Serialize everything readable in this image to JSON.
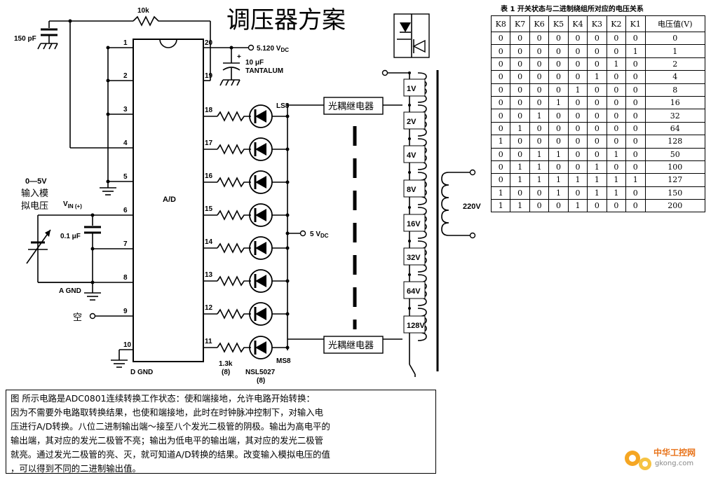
{
  "title": "调压器方案",
  "chip": {
    "label": "A/D",
    "left_pins": [
      "1",
      "2",
      "3",
      "4",
      "5",
      "6",
      "7",
      "8",
      "9",
      "10"
    ],
    "right_pins": [
      "20",
      "19",
      "18",
      "17",
      "16",
      "15",
      "14",
      "13",
      "12",
      "11"
    ]
  },
  "components": {
    "r_top": "10k",
    "c_top": "150 pF",
    "vref": "5.120 V",
    "vref_sub": "DC",
    "cap_tant_1": "10 μF",
    "cap_tant_2": "TANTALUM",
    "plus": "+",
    "in_range": "0—5V",
    "in_label_1": "输入模",
    "in_label_2": "拟电压",
    "vin": "V",
    "vin_sub": "IN (+)",
    "c_in": "0.1 μF",
    "agnd": "A GND",
    "dgnd": "D GND",
    "nc": "空",
    "ls8": "LS8",
    "ms8": "MS8",
    "r_led": "1.3k",
    "r_led_n": "(8)",
    "led_part": "NSL5027",
    "led_n": "(8)",
    "vdc": "5 V",
    "vdc_sub": "DC",
    "relay_top": "光耦继电器",
    "relay_bot": "光耦继电器",
    "mains": "220V",
    "taps": [
      "1V",
      "2V",
      "4V",
      "8V",
      "16V",
      "32V",
      "64V",
      "128V"
    ]
  },
  "table": {
    "caption": "表 1    开关状态与二进制绕组所对应的电压关系",
    "headers": [
      "K8",
      "K7",
      "K6",
      "K5",
      "K4",
      "K3",
      "K2",
      "K1",
      "电压值(V)"
    ],
    "rows": [
      [
        "0",
        "0",
        "0",
        "0",
        "0",
        "0",
        "0",
        "0",
        "0"
      ],
      [
        "0",
        "0",
        "0",
        "0",
        "0",
        "0",
        "0",
        "1",
        "1"
      ],
      [
        "0",
        "0",
        "0",
        "0",
        "0",
        "0",
        "1",
        "0",
        "2"
      ],
      [
        "0",
        "0",
        "0",
        "0",
        "0",
        "1",
        "0",
        "0",
        "4"
      ],
      [
        "0",
        "0",
        "0",
        "0",
        "1",
        "0",
        "0",
        "0",
        "8"
      ],
      [
        "0",
        "0",
        "0",
        "1",
        "0",
        "0",
        "0",
        "0",
        "16"
      ],
      [
        "0",
        "0",
        "1",
        "0",
        "0",
        "0",
        "0",
        "0",
        "32"
      ],
      [
        "0",
        "1",
        "0",
        "0",
        "0",
        "0",
        "0",
        "0",
        "64"
      ],
      [
        "1",
        "0",
        "0",
        "0",
        "0",
        "0",
        "0",
        "0",
        "128"
      ],
      [
        "0",
        "0",
        "1",
        "1",
        "0",
        "0",
        "1",
        "0",
        "50"
      ],
      [
        "0",
        "1",
        "1",
        "0",
        "0",
        "1",
        "0",
        "0",
        "100"
      ],
      [
        "0",
        "1",
        "1",
        "1",
        "1",
        "1",
        "1",
        "1",
        "127"
      ],
      [
        "1",
        "0",
        "0",
        "1",
        "0",
        "1",
        "1",
        "0",
        "150"
      ],
      [
        "1",
        "1",
        "0",
        "0",
        "1",
        "0",
        "0",
        "0",
        "200"
      ]
    ]
  },
  "description": {
    "lines": [
      "图    所示电路是ADC0801连续转换工作状态：使和端接地，允许电路开始转换：",
      "因为不需要外电路取转换结果，也使和端接地，此时在时钟脉冲控制下，对输入电",
      "压进行A/D转换。八位二进制输出端～接至八个发光二极管的阴极。输出为高电平的",
      "输出端，其对应的发光二极管不亮；输出为低电平的输出端，其对应的发光二极管",
      "就亮。通过发光二极管的亮、灭，就可知道A/D转换的结果。改变输入模拟电压的值",
      "，可以得到不同的二进制输出值。"
    ]
  },
  "watermark": {
    "brand": "中华工控网",
    "url": "gkong.com"
  }
}
